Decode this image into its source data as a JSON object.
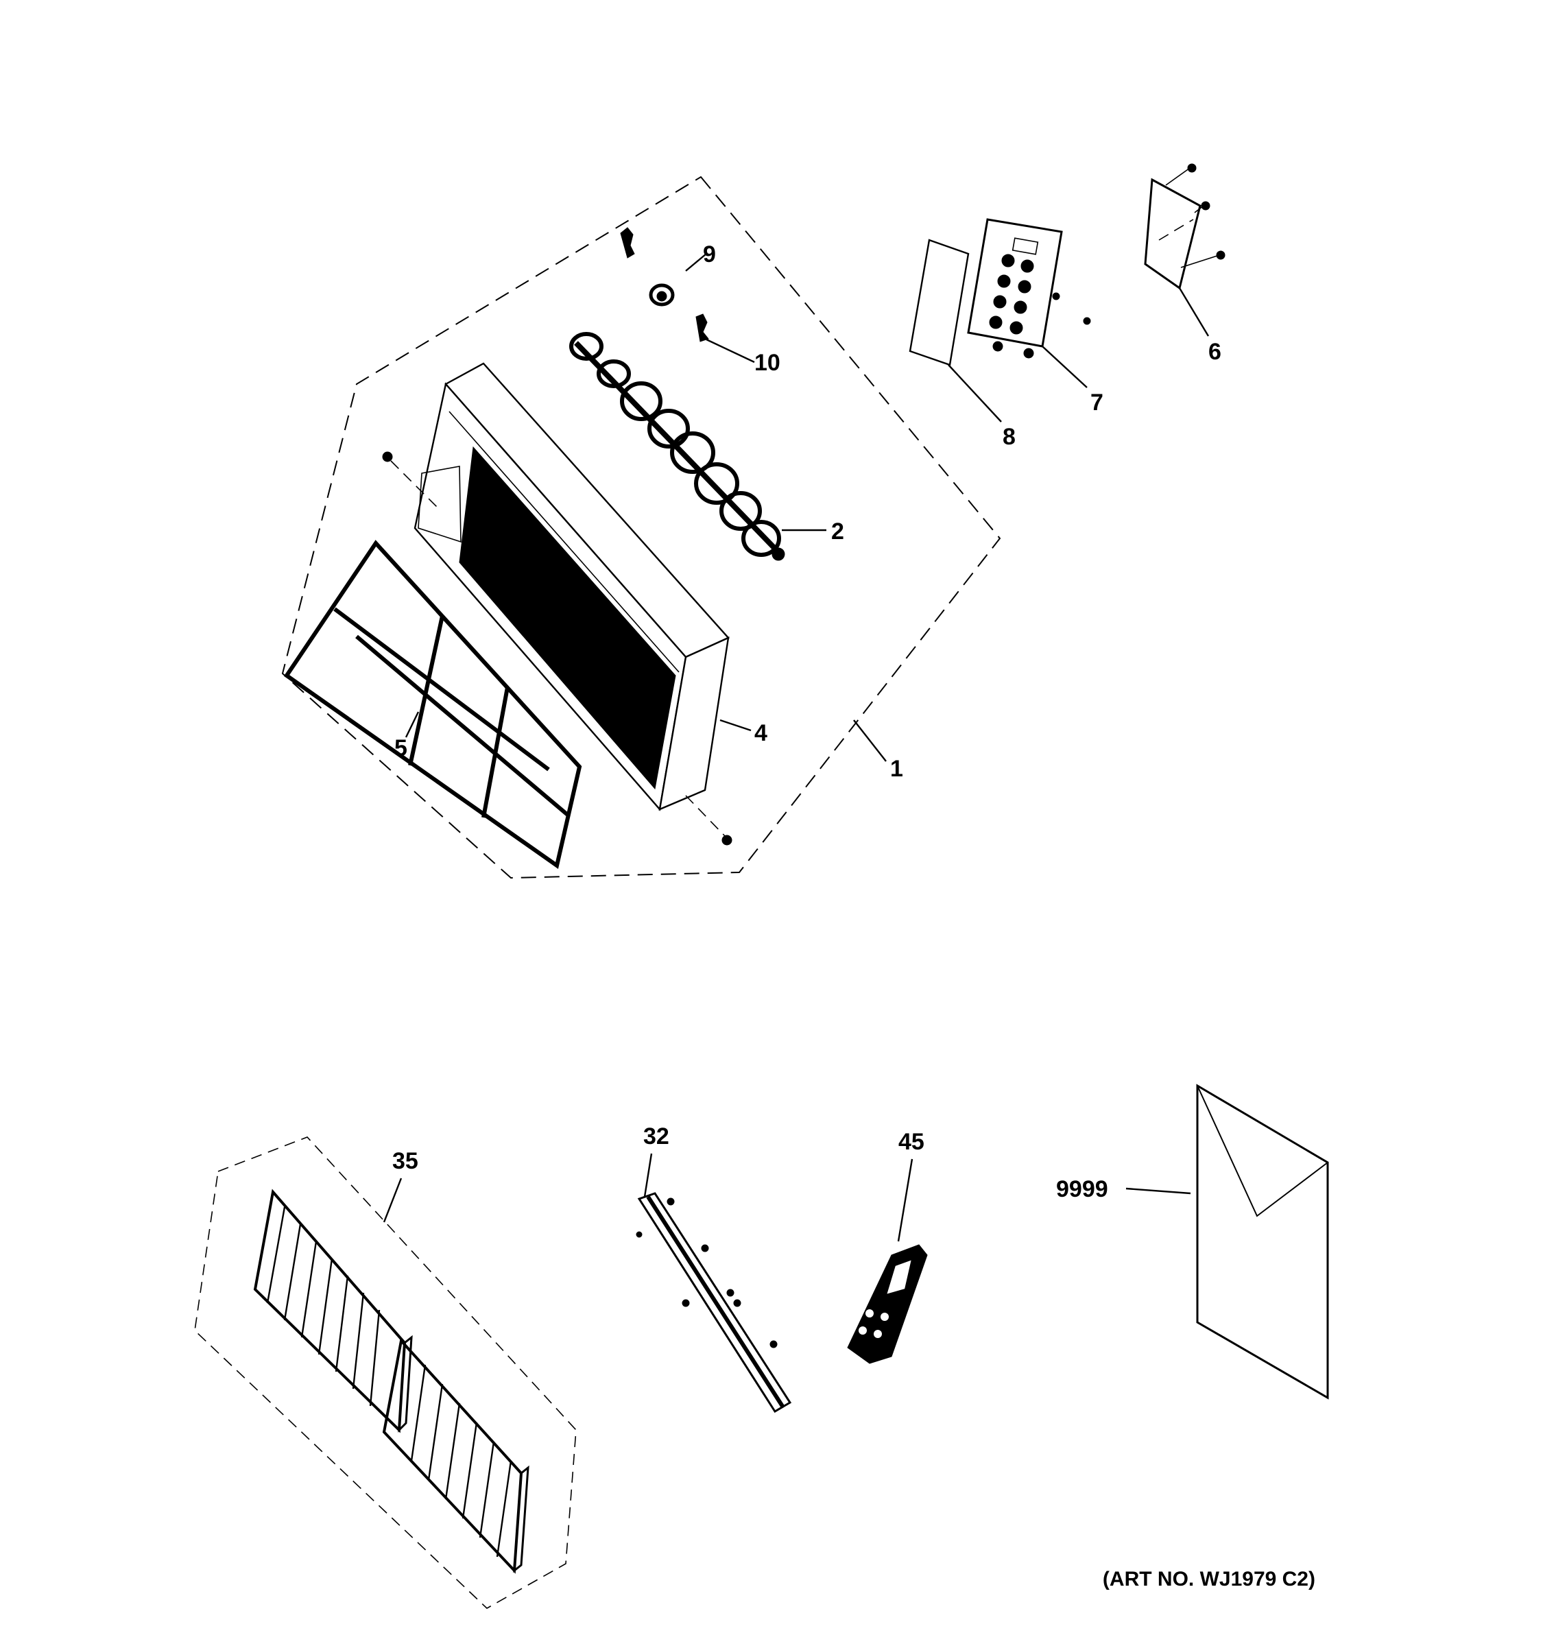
{
  "diagram": {
    "callouts": [
      {
        "id": "1",
        "text": "1"
      },
      {
        "id": "2",
        "text": "2"
      },
      {
        "id": "4",
        "text": "4"
      },
      {
        "id": "5",
        "text": "5"
      },
      {
        "id": "6",
        "text": "6"
      },
      {
        "id": "7",
        "text": "7"
      },
      {
        "id": "8",
        "text": "8"
      },
      {
        "id": "9",
        "text": "9"
      },
      {
        "id": "10",
        "text": "10"
      },
      {
        "id": "32",
        "text": "32"
      },
      {
        "id": "35",
        "text": "35"
      },
      {
        "id": "45",
        "text": "45"
      },
      {
        "id": "9999",
        "text": "9999"
      }
    ],
    "art_number": "(ART NO. WJ1979 C2)"
  }
}
